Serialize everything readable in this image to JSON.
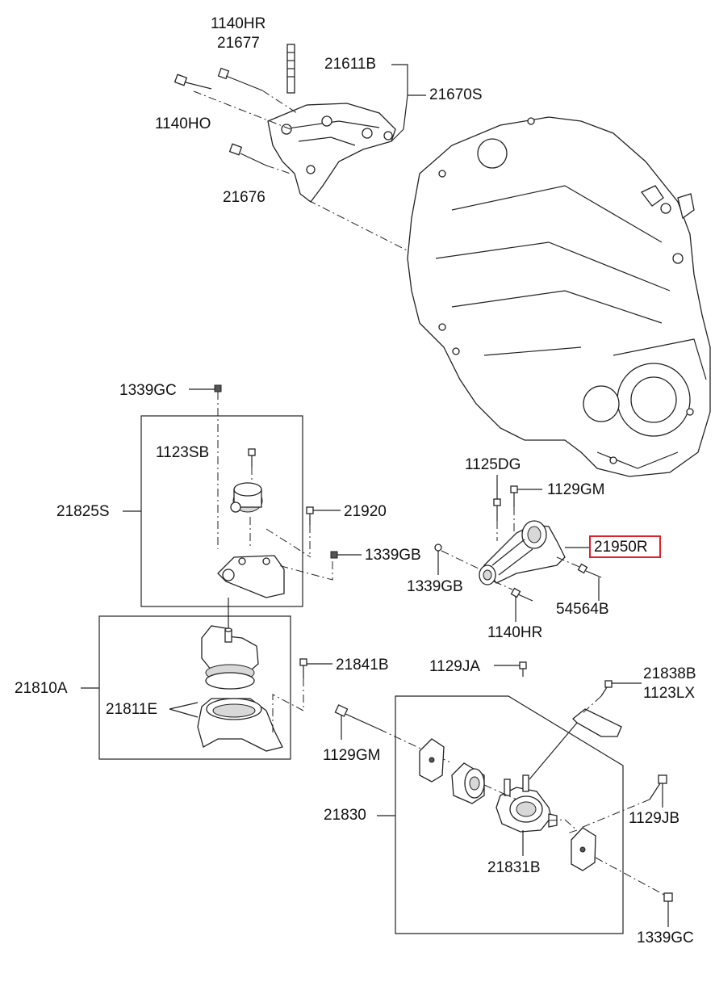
{
  "labels": {
    "l_1140HR_top": "1140HR",
    "l_21677": "21677",
    "l_21611B": "21611B",
    "l_21670S": "21670S",
    "l_1140HO": "1140HO",
    "l_21676": "21676",
    "l_1339GC_top": "1339GC",
    "l_1123SB": "1123SB",
    "l_21825S": "21825S",
    "l_21920": "21920",
    "l_1339GB_a": "1339GB",
    "l_1125DG": "1125DG",
    "l_1129GM_top": "1129GM",
    "l_21950R": "21950R",
    "l_1339GB_b": "1339GB",
    "l_54564B": "54564B",
    "l_1140HR_mid": "1140HR",
    "l_21810A": "21810A",
    "l_21811E": "21811E",
    "l_21841B": "21841B",
    "l_1129JA": "1129JA",
    "l_21838B": "21838B",
    "l_1123LX": "1123LX",
    "l_1129GM_bot": "1129GM",
    "l_21830": "21830",
    "l_1129JB": "1129JB",
    "l_21831B": "21831B",
    "l_1339GC_bot": "1339GC"
  },
  "highlight_color": "#e0202a",
  "highlighted_part": "21950R"
}
